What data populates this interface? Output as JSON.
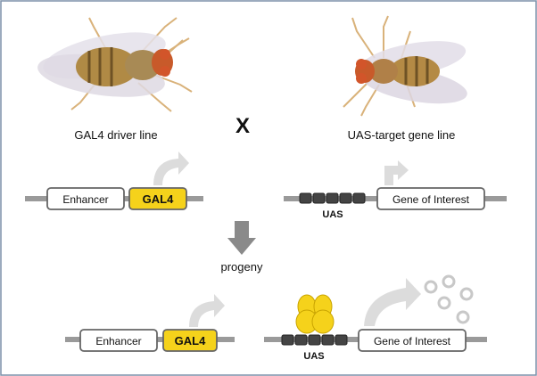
{
  "parents": {
    "left_label": "GAL4 driver line",
    "right_label": "UAS-target gene line",
    "cross_symbol": "X"
  },
  "constructs": {
    "enhancer": "Enhancer",
    "gal4": "GAL4",
    "uas": "UAS",
    "gene": "Gene of Interest"
  },
  "progeny_label": "progeny",
  "colors": {
    "gal4_box": "#f5d21b",
    "line": "#9a9a9a",
    "uas_block": "#444444",
    "arrow_light": "#dcdcdc",
    "arrow_dark": "#8a8a8a",
    "border": "#7b8fa8"
  },
  "icons": [
    "fly-image",
    "transcription-arrow-icon",
    "down-arrow-icon",
    "gal4-protein-icon",
    "product-circle-icon"
  ]
}
